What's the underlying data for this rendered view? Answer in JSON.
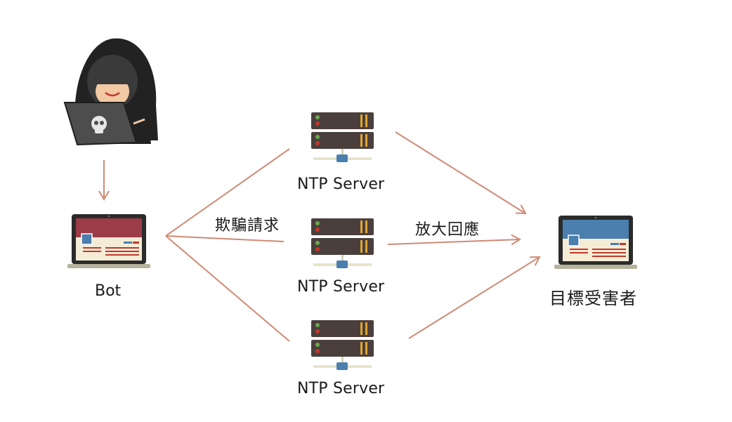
{
  "nodes": {
    "attacker": {
      "icon": "hooded-hacker-with-skull-laptop-icon"
    },
    "bot": {
      "label": "Bot",
      "icon": "laptop-red-screen-icon"
    },
    "servers": [
      {
        "label": "NTP Server",
        "icon": "server-rack-icon"
      },
      {
        "label": "NTP Server",
        "icon": "server-rack-icon"
      },
      {
        "label": "NTP Server",
        "icon": "server-rack-icon"
      }
    ],
    "victim": {
      "label": "目標受害者",
      "icon": "laptop-blue-screen-icon"
    }
  },
  "edges": {
    "request_label": "欺騙請求",
    "response_label": "放大回應"
  },
  "colors": {
    "arrow": "#d08a75",
    "server_body": "#4a3f3c",
    "server_stripe": "#e0a52b",
    "bot_screen": "#9b3c48",
    "victim_screen": "#4a7fae"
  }
}
